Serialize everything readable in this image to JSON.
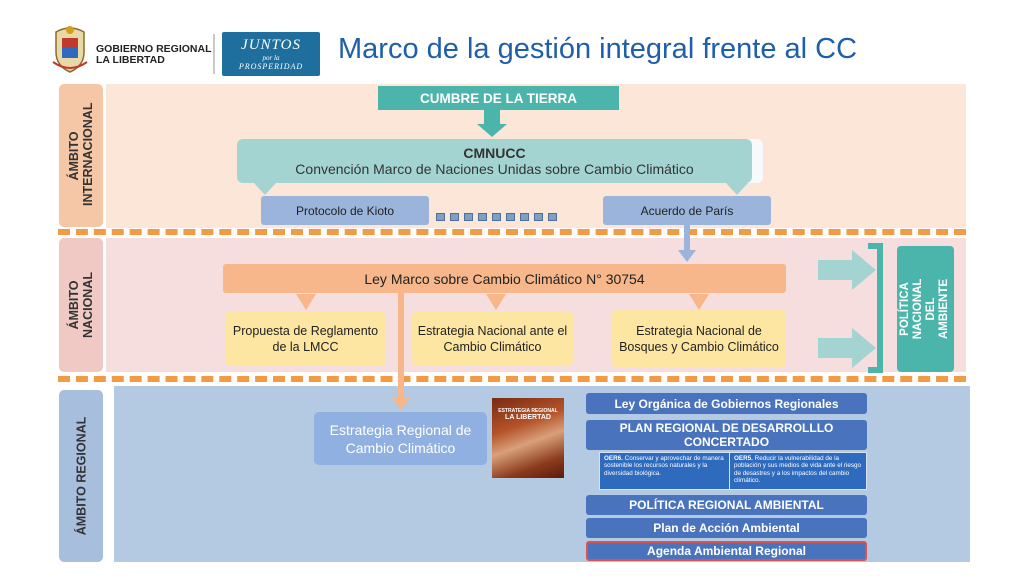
{
  "header": {
    "org_line1": "GOBIERNO REGIONAL",
    "org_line2": "LA LIBERTAD",
    "juntos_line1": "JUNTOS",
    "juntos_line2": "por la",
    "juntos_line3": "PROSPERIDAD",
    "title": "Marco de la gestión integral frente al CC"
  },
  "sections": {
    "internacional": "ÁMBITO INTERNACIONAL",
    "nacional": "ÁMBITO NACIONAL",
    "regional": "ÁMBITO REGIONAL"
  },
  "internacional": {
    "cumbre": "CUMBRE DE LA TIERRA",
    "cmnucc_title": "CMNUCC",
    "cmnucc_subtitle": "Convención Marco de Naciones Unidas sobre Cambio Climático",
    "kioto": "Protocolo de Kioto",
    "paris": "Acuerdo de París"
  },
  "nacional": {
    "ley": "Ley Marco sobre Cambio Climático N° 30754",
    "propuesta": "Propuesta de Reglamento de la LMCC",
    "estrategia_cc": "Estrategia Nacional ante el Cambio Climático",
    "estrategia_bosques": "Estrategia Nacional de Bosques y Cambio Climático",
    "politica": "POLÍTICA NACIONAL DEL AMBIENTE"
  },
  "regional": {
    "estrategia": "Estrategia Regional de Cambio Climático",
    "cover_line1": "ESTRATEGIA REGIONAL",
    "cover_line2": "LA LIBERTAD",
    "ley_organica": "Ley Orgánica de Gobiernos Regionales",
    "plan_desarrollo": "PLAN REGIONAL DE DESARROLLLO CONCERTADO",
    "oer6_code": "OER6.",
    "oer6_text": "Conservar y aprovechar de manera sostenible los recursos naturales y la diversidad biológica.",
    "oer5_code": "OER5.",
    "oer5_text": "Reducir la vulnerabilidad de la población y sus medios de vida ante el riesgo de desastres y a los impactos del cambio climático.",
    "politica": "POLÍTICA REGIONAL AMBIENTAL",
    "plan_accion": "Plan de Acción Ambiental",
    "agenda": "Agenda Ambiental Regional"
  },
  "colors": {
    "title": "#1f5fa9",
    "internacional_band": "#fbe6d8",
    "nacional_band": "#f5dedd",
    "regional_band": "#b4c9e2",
    "divider": "#f29a44",
    "teal_dark": "#4cb5ab",
    "navy": "#4a73bd"
  }
}
